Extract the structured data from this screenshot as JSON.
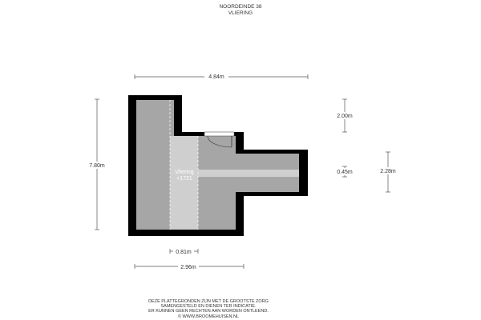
{
  "header": {
    "address": "NOORDEINDE 38",
    "floor": "VLIERING"
  },
  "room": {
    "name": "Vliering",
    "level": "+1721"
  },
  "dimensions": {
    "top_width": "4.84m",
    "left_height": "7.80m",
    "right_upper": "2.00m",
    "right_small": "0.45m",
    "right_wing": "2.28m",
    "bottom_small": "0.81m",
    "bottom_width": "2.96m"
  },
  "footer": {
    "line1": "DEZE PLATTEGRONDEN ZIJN MET DE GROOTSTE ZORG",
    "line2": "SAMENGESTELD EN DIENEN TER INDICATIE.",
    "line3": "ER KUNNEN GEEN RECHTEN AAN WORDEN ONTLEEND.",
    "line4": "© WWW.BROOMEHUISEN.NL"
  },
  "colors": {
    "wall": "#000000",
    "floor": "#a6a6a6",
    "light_strip": "#cfcfcf"
  }
}
